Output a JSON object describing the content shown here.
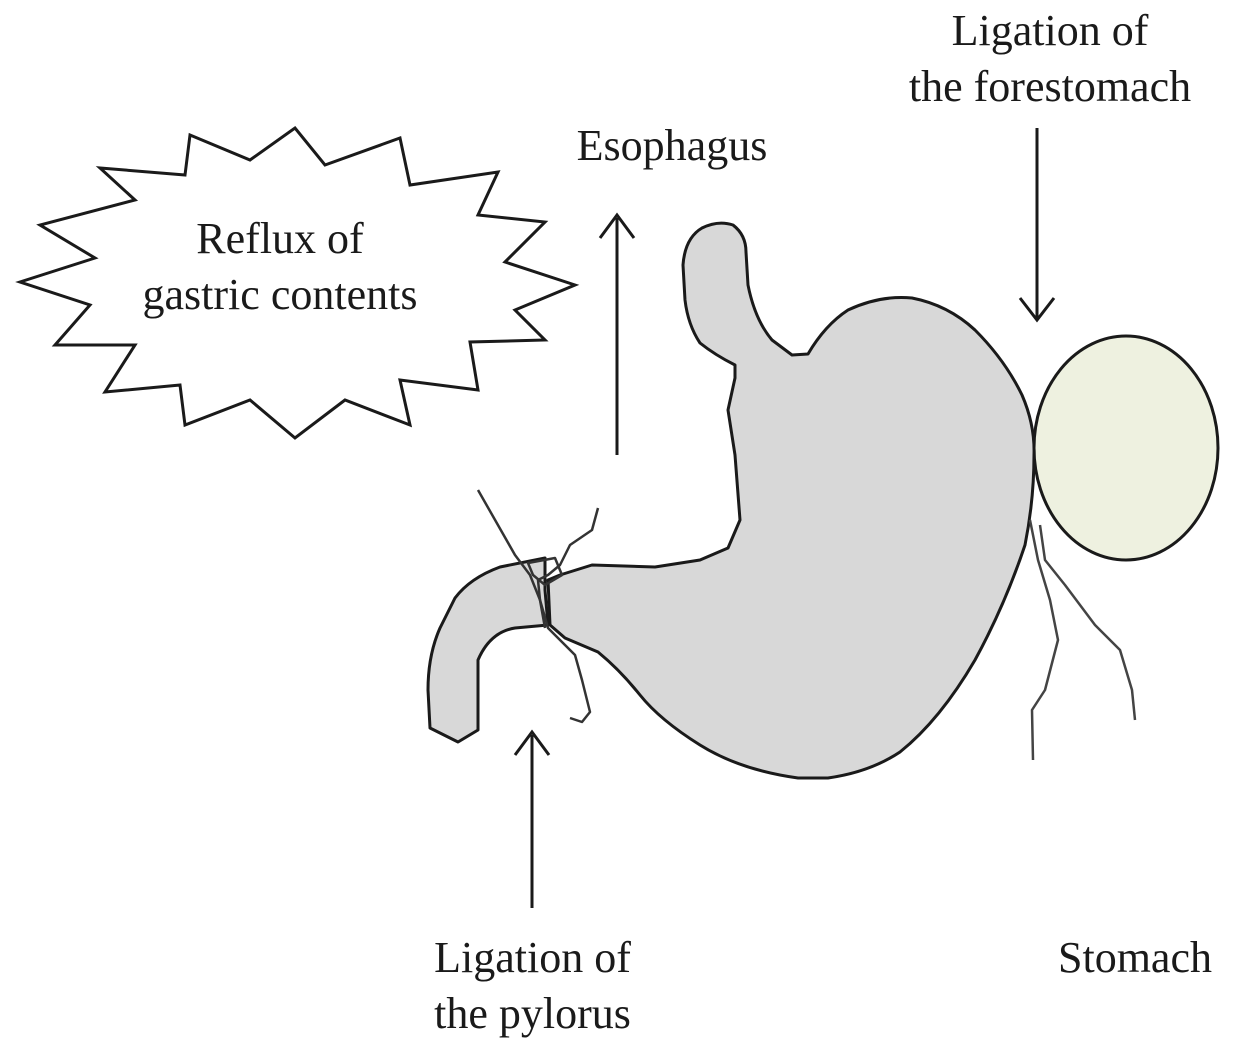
{
  "labels": {
    "reflux": [
      "Reflux of",
      "gastric contents"
    ],
    "esophagus": "Esophagus",
    "forestomach_ligation": [
      "Ligation of",
      "the forestomach"
    ],
    "pylorus_ligation": [
      "Ligation of",
      "the pylorus"
    ],
    "stomach": "Stomach"
  },
  "colors": {
    "stomach_fill": "#d8d8d8",
    "forestomach_fill": "#eef1e0",
    "outline": "#1a1a1a",
    "vessel": "#444444",
    "background": "#ffffff"
  }
}
